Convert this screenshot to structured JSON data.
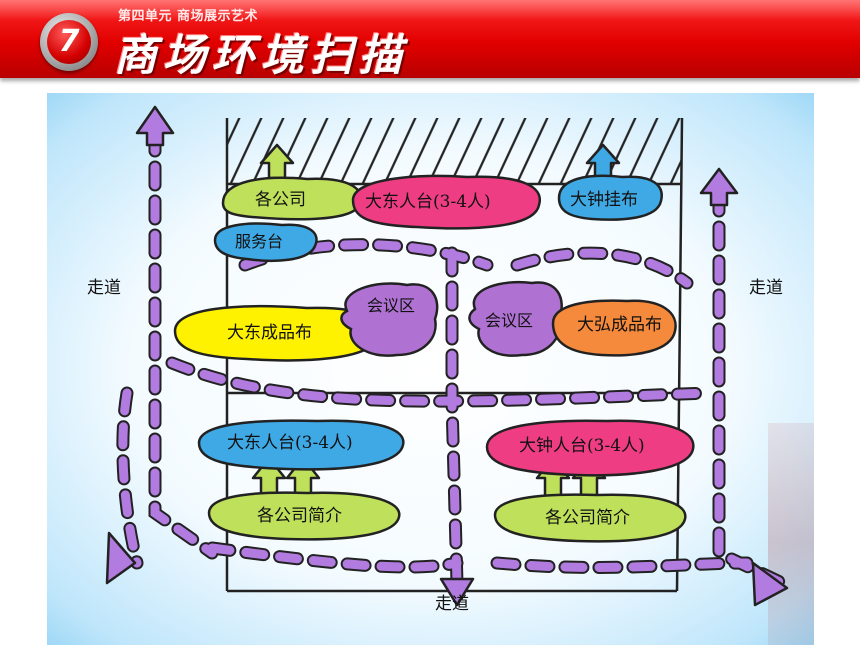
{
  "header": {
    "unit_number": "7",
    "unit_title": "第四单元  商场展示艺术",
    "title": "商场环境扫描"
  },
  "diagram": {
    "blobs": {
      "top_left": "各公司",
      "top_center": "大东人台(3-4人)",
      "top_right": "大钟挂布",
      "service": "服务台",
      "mid_left": "大东成品布",
      "meeting_left": "会议区",
      "meeting_right": "会议区",
      "mid_right": "大弘成品布",
      "low_left": "大东人台(3-4人)",
      "low_right": "大钟人台(3-4人)",
      "bottom_left": "各公司简介",
      "bottom_right": "各公司简介"
    },
    "walkways": {
      "left": "走道",
      "right": "走道",
      "bottom": "走道"
    }
  },
  "colors": {
    "banner_red": "#e10000",
    "path_purple": "#b27be0",
    "green": "#bfe05a",
    "magenta": "#ef3d83",
    "blue": "#3fa9e6",
    "yellow": "#fff200",
    "purple": "#b072d2",
    "orange": "#f58a3c"
  }
}
